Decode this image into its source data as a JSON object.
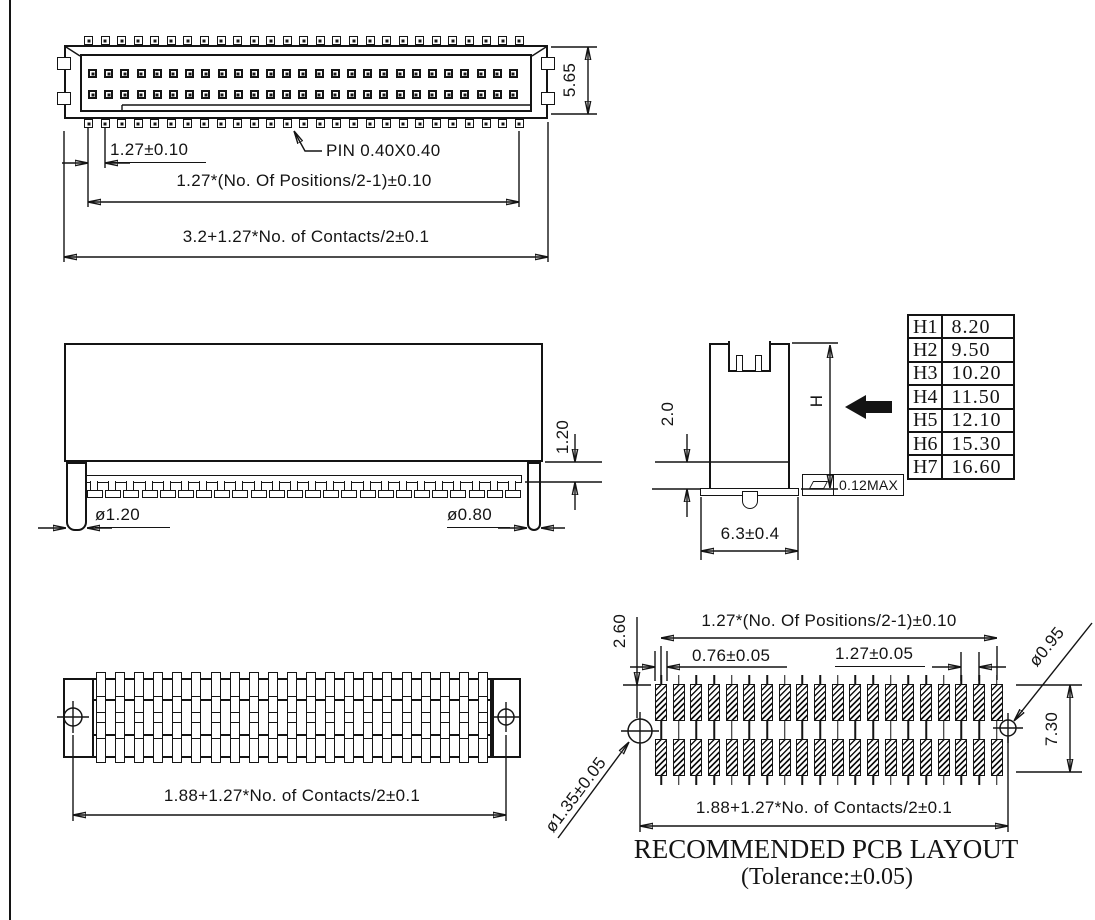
{
  "views": {
    "top_view": {
      "labels": {
        "height": "5.65",
        "pitch": "1.27±0.10",
        "pin_size": "PIN 0.40X0.40",
        "positions_span": "1.27*(No. Of Positions/2-1)±0.10",
        "overall_length": "3.2+1.27*No. of Contacts/2±0.1"
      },
      "counts": {
        "tabs_per_row": 27,
        "pins_per_row": 27
      }
    },
    "front_view": {
      "labels": {
        "standoff": "1.20",
        "peg_dia": "ø1.20",
        "pin_dia": "ø0.80"
      },
      "counts": {
        "pins": 24
      }
    },
    "side_view": {
      "labels": {
        "tail_height": "2.0",
        "mating_height": "H",
        "base_width": "6.3±0.4",
        "flatness": "0.12MAX"
      },
      "table": {
        "rows": [
          [
            "H1",
            "8.20"
          ],
          [
            "H2",
            "9.50"
          ],
          [
            "H3",
            "10.20"
          ],
          [
            "H4",
            "11.50"
          ],
          [
            "H5",
            "12.10"
          ],
          [
            "H6",
            "15.30"
          ],
          [
            "H7",
            "16.60"
          ]
        ]
      }
    },
    "bottom_view": {
      "labels": {
        "length": "1.88+1.27*No. of Contacts/2±0.1"
      },
      "counts": {
        "pin_columns": 21
      }
    },
    "pcb_layout": {
      "labels": {
        "positions_span": "1.27*(No. Of Positions/2-1)±0.10",
        "pad_width": "0.76±0.05",
        "pad_pitch": "1.27±0.05",
        "row_offset": "2.60",
        "row_span": "7.30",
        "via_dia": "ø0.95",
        "hole_dia": "ø1.35±0.05",
        "length": "1.88+1.27*No. of Contacts/2±0.1",
        "title": "RECOMMENDED PCB LAYOUT",
        "tolerance": "(Tolerance:±0.05)"
      },
      "counts": {
        "pads_per_row": 20
      }
    }
  }
}
